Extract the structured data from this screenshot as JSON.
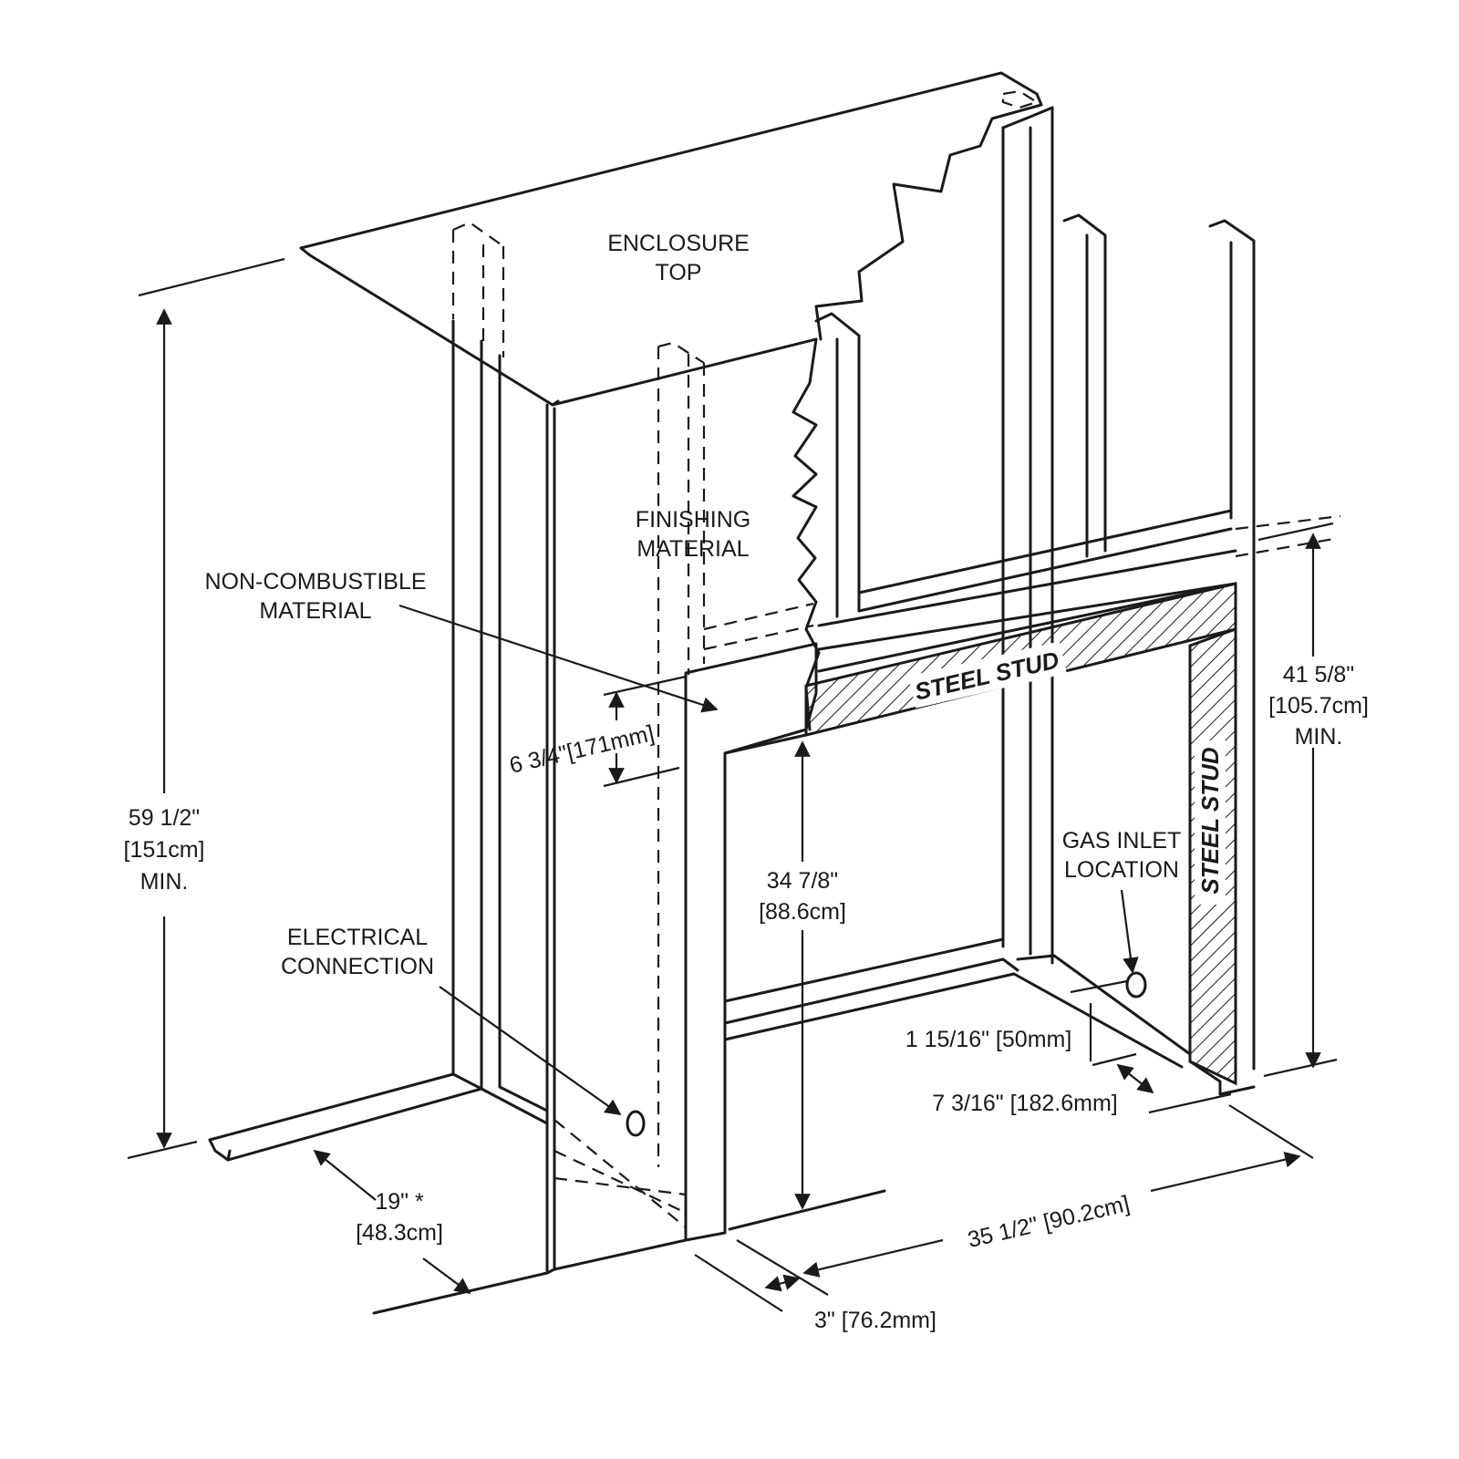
{
  "labels": {
    "enclosure_top": [
      "ENCLOSURE",
      "TOP"
    ],
    "finishing_material": [
      "FINISHING",
      "MATERIAL"
    ],
    "non_combustible": [
      "NON-COMBUSTIBLE",
      "MATERIAL"
    ],
    "steel_stud_horizontal": "STEEL STUD",
    "steel_stud_vertical": "STEEL STUD",
    "electrical": [
      "ELECTRICAL",
      "CONNECTION"
    ],
    "gas_inlet": [
      "GAS INLET",
      "LOCATION"
    ]
  },
  "dimensions": {
    "height_overall": [
      "59 1/2\"",
      "[151cm]",
      "MIN."
    ],
    "height_header": [
      "41 5/8\"",
      "[105.7cm]",
      "MIN."
    ],
    "opening_height": [
      "34 7/8\"",
      "[88.6cm]"
    ],
    "surround_width": "6 3/4\"[171mm]",
    "gas_offset_small": "1 15/16\" [50mm]",
    "gas_offset_large": "7 3/16\" [182.6mm]",
    "depth": [
      "19\" *",
      "[48.3cm]"
    ],
    "opening_width": "35 1/2\" [90.2cm]",
    "side_strip": "3\" [76.2mm]"
  },
  "colors": {
    "ink": "#1a1a1a",
    "fill_speckle": "#e4e4e4"
  }
}
